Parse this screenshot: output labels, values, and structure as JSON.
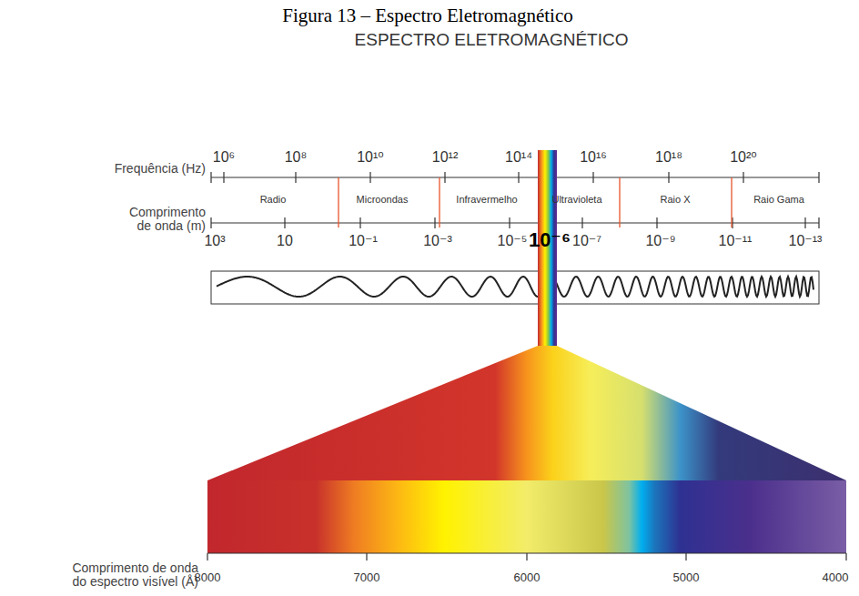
{
  "diagram": {
    "title": "Figura 13 – Espectro Eletromagnético",
    "labels": [
      "ESPECTRO ELETROMAGNÉTICO",
      "Frequência (Hz)",
      "10⁶",
      "10⁸",
      "10¹⁰",
      "10¹²",
      "10¹⁴",
      "10¹⁶",
      "10¹⁸",
      "10²⁰",
      "Radio",
      "Microondas",
      "Infravermelho",
      "Ultravioleta",
      "Raio X",
      "Raio Gama",
      "Comprimento de onda (m)",
      "10³",
      "10",
      "10⁻¹",
      "10⁻³",
      "10⁻⁵",
      "10⁻⁶",
      "10⁻⁷",
      "10⁻⁹",
      "10⁻¹¹",
      "10⁻¹³",
      "Comprimento de onda do espectro visível (Å)",
      "8000",
      "7000",
      "6000",
      "5000",
      "4000"
    ]
  }
}
